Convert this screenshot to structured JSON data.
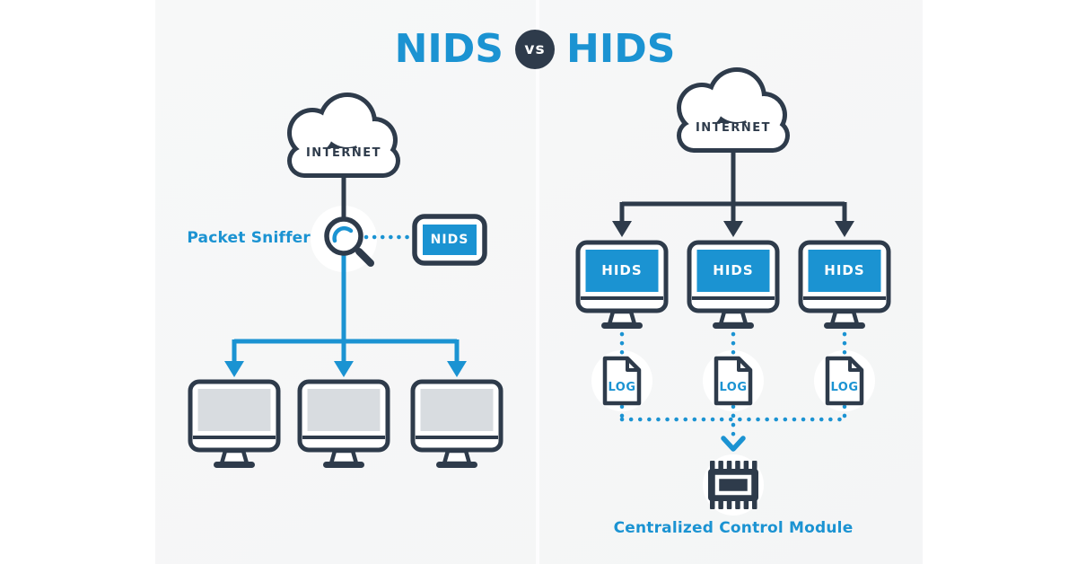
{
  "title": {
    "left": "NIDS",
    "vs": "vs",
    "right": "HIDS"
  },
  "left_panel": {
    "cloud_label": "INTERNET",
    "sniffer_label": "Packet Sniffer",
    "nids_label": "NIDS",
    "monitor_count": 3,
    "icons": [
      "internet-cloud-icon",
      "magnifier-icon",
      "nids-device-icon",
      "monitor-icon"
    ]
  },
  "right_panel": {
    "cloud_label": "INTERNET",
    "hids_labels": [
      "HIDS",
      "HIDS",
      "HIDS"
    ],
    "log_labels": [
      "LOG",
      "LOG",
      "LOG"
    ],
    "control_label": "Centralized Control Module",
    "icons": [
      "internet-cloud-icon",
      "hids-monitor-icon",
      "log-file-icon",
      "chip-icon"
    ]
  },
  "colors": {
    "accent_blue": "#1b93d2",
    "navy": "#2e3b4b",
    "panel_bg": "#f6f7f7",
    "screen_gray": "#d8dce0",
    "white": "#ffffff"
  }
}
